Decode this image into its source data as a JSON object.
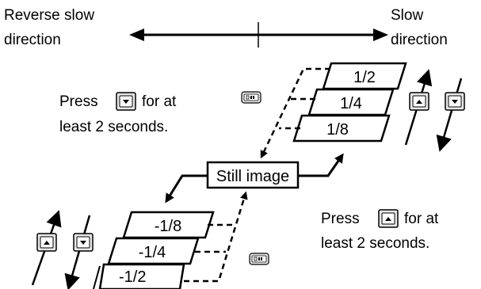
{
  "direction": {
    "reverse_line1": "Reverse slow",
    "reverse_line2": "direction",
    "slow_line1": "Slow",
    "slow_line2": "direction"
  },
  "speeds": {
    "forward": [
      "1/2",
      "1/4",
      "1/8"
    ],
    "reverse": [
      "-1/8",
      "-1/4",
      "-1/2"
    ]
  },
  "still_image": "Still image",
  "instructions": {
    "down_line1_before": "Press",
    "down_line1_after": "for at",
    "down_line2": "least 2 seconds.",
    "up_line1_before": "Press",
    "up_line1_after": "for at",
    "up_line2": "least 2 seconds."
  },
  "icons": {
    "up_button": "chevron-up-button-icon",
    "down_button": "chevron-down-button-icon",
    "pause_button": "pause-button-icon"
  }
}
